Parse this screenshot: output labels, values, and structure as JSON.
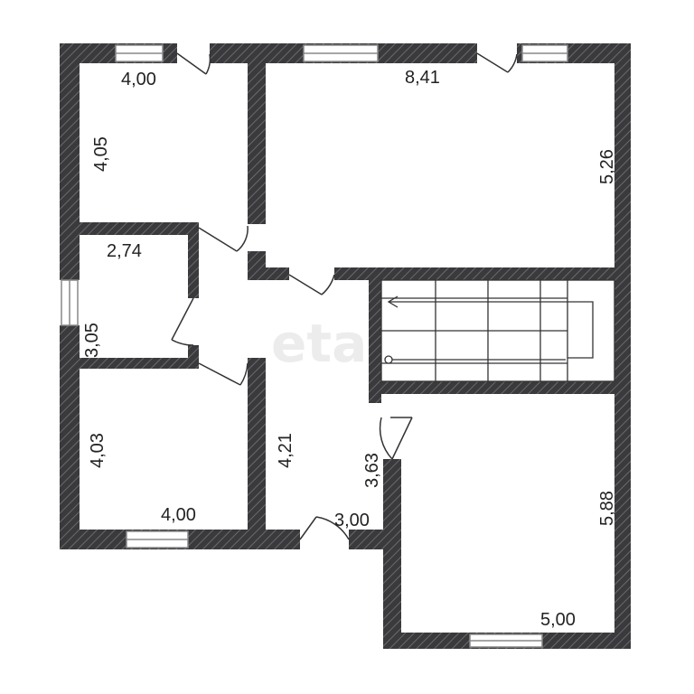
{
  "colors": {
    "wall": "#3a3a3d",
    "hatch": "#6a6a6e",
    "window": "#888888",
    "line": "#333333",
    "background": "#ffffff",
    "watermark": "#ececec"
  },
  "watermark": "etagi",
  "dimensions": {
    "room_top_left_width": "4,00",
    "room_top_left_height": "4,05",
    "room_top_right_width": "8,41",
    "room_top_right_height": "5,26",
    "small_room_width": "2,74",
    "small_room_height": "3,05",
    "room_bottom_left_height": "4,03",
    "room_bottom_left_width": "4,00",
    "hall_height": "4,21",
    "hall_width": "3,00",
    "stair_hall_height": "3,63",
    "room_bottom_right_height": "5,88",
    "room_bottom_right_width": "5,00"
  }
}
